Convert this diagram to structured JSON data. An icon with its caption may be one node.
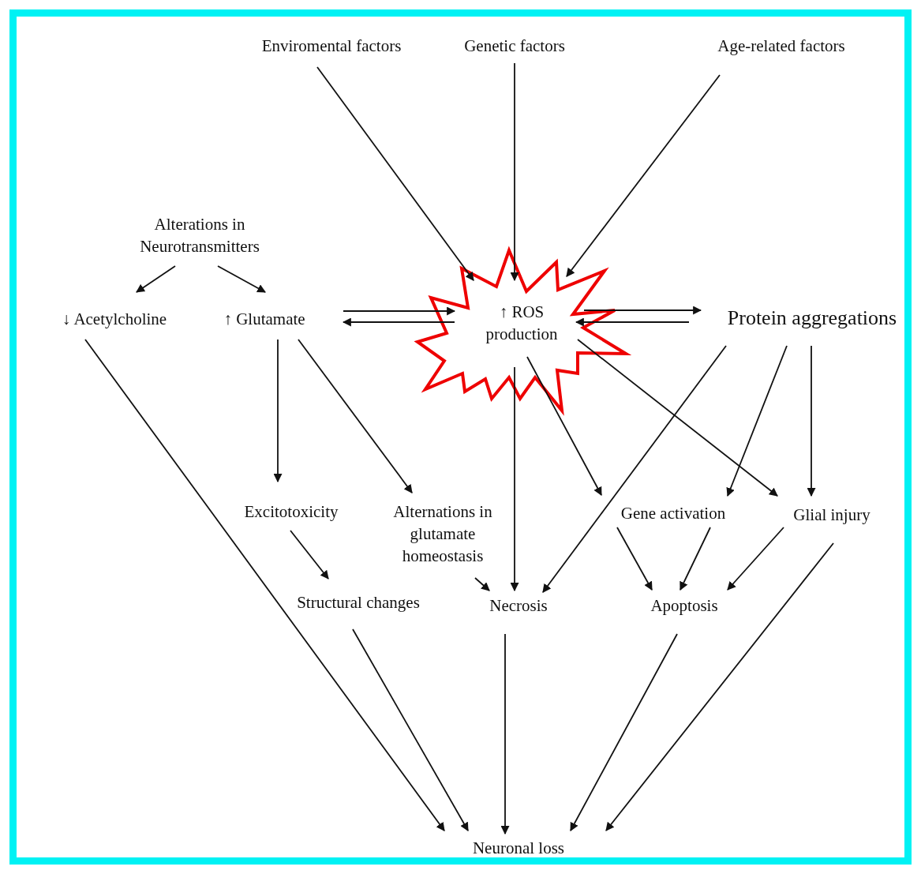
{
  "diagram": {
    "nodes": [
      {
        "text": [
          "Enviromental factors"
        ]
      },
      {
        "text": [
          "Genetic factors"
        ]
      },
      {
        "text": [
          "Age-related factors"
        ]
      },
      {
        "text": [
          "Alterations in Neurotransmitters"
        ]
      },
      {
        "text": [
          "↓ Acetylcholine"
        ]
      },
      {
        "text": [
          "↑ Glutamate"
        ]
      },
      {
        "text": [
          "↑ ROS production"
        ]
      },
      {
        "text": [
          "Protein aggregations"
        ]
      },
      {
        "text": [
          "Excitotoxicity"
        ]
      },
      {
        "text": [
          "Alternations in glutamate homeostasis"
        ]
      },
      {
        "text": [
          "Gene activation"
        ]
      },
      {
        "text": [
          "Glial injury"
        ]
      },
      {
        "text": [
          "Structural changes"
        ]
      },
      {
        "text": [
          "Necrosis"
        ]
      },
      {
        "text": [
          "Apoptosis"
        ]
      },
      {
        "text": [
          "Neuronal loss"
        ]
      }
    ],
    "edges": [
      {
        "from": 0,
        "to": 6,
        "arrow": "to"
      },
      {
        "from": 1,
        "to": 6,
        "arrow": "to"
      },
      {
        "from": 2,
        "to": 6,
        "arrow": "to"
      },
      {
        "from": 3,
        "to": 4,
        "arrow": "to"
      },
      {
        "from": 3,
        "to": 5,
        "arrow": "to"
      },
      {
        "from": 5,
        "to": 6,
        "arrow": "to"
      },
      {
        "from": 6,
        "to": 5,
        "arrow": "to"
      },
      {
        "from": 6,
        "to": 7,
        "arrow": "to"
      },
      {
        "from": 7,
        "to": 6,
        "arrow": "to"
      },
      {
        "from": 4,
        "to": 15,
        "arrow": "to"
      },
      {
        "from": 5,
        "to": 8,
        "arrow": "to"
      },
      {
        "from": 5,
        "to": 9,
        "arrow": "to"
      },
      {
        "from": 6,
        "to": 13,
        "arrow": "to"
      },
      {
        "from": 6,
        "to": 10,
        "arrow": "to"
      },
      {
        "from": 6,
        "to": 11,
        "arrow": "to"
      },
      {
        "from": 7,
        "to": 13,
        "arrow": "to"
      },
      {
        "from": 7,
        "to": 10,
        "arrow": "to"
      },
      {
        "from": 7,
        "to": 11,
        "arrow": "to"
      },
      {
        "from": 8,
        "to": 12,
        "arrow": "to"
      },
      {
        "from": 9,
        "to": 13,
        "arrow": "to"
      },
      {
        "from": 10,
        "to": 14,
        "arrow": "to"
      },
      {
        "from": 10,
        "to": 14,
        "arrow": "to"
      },
      {
        "from": 11,
        "to": 14,
        "arrow": "to"
      },
      {
        "from": 12,
        "to": 15,
        "arrow": "to"
      },
      {
        "from": 13,
        "to": 15,
        "arrow": "to"
      },
      {
        "from": 14,
        "to": 15,
        "arrow": "to"
      },
      {
        "from": 11,
        "to": 15,
        "arrow": "to"
      }
    ]
  }
}
